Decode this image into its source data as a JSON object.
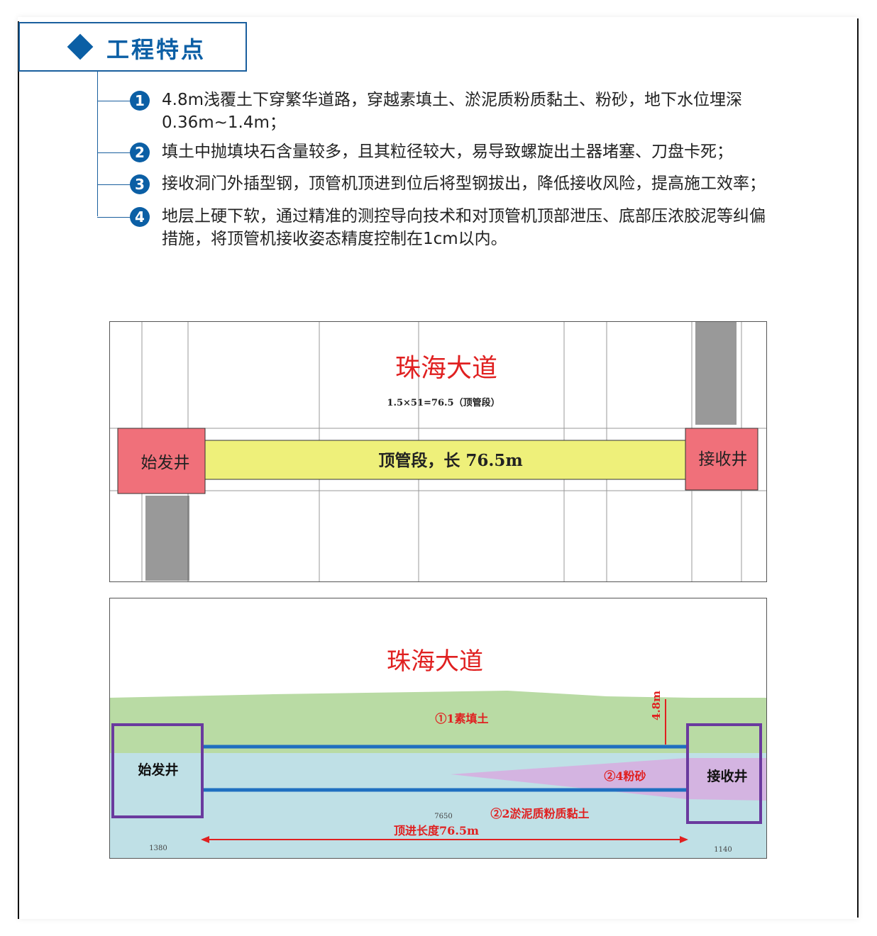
{
  "header": {
    "title": "工程特点"
  },
  "items": [
    {
      "num": "1",
      "text": "4.8m浅覆土下穿繁华道路，穿越素填土、淤泥质粉质黏土、粉砂，地下水位埋深0.36m~1.4m；"
    },
    {
      "num": "2",
      "text": "填土中抛填块石含量较多，且其粒径较大，易导致螺旋出土器堵塞、刀盘卡死；"
    },
    {
      "num": "3",
      "text": "接收洞门外插型钢，顶管机顶进到位后将型钢拔出，降低接收风险，提高施工效率；"
    },
    {
      "num": "4",
      "text": "地层上硬下软，通过精准的测控导向技术和对顶管机顶部泄压、底部压浓胶泥等纠偏措施，将顶管机接收姿态精度控制在1cm以内。"
    }
  ],
  "plan": {
    "road": "珠海大道",
    "spec": "1.5×51=76.5（顶管段）",
    "segment": "顶管段，长 76.5m",
    "start_shaft": "始发井",
    "end_shaft": "接收井"
  },
  "profile": {
    "road": "珠海大道",
    "layer1": "①1素填土",
    "layer2": "②4粉砂",
    "layer3": "②2淤泥质粉质黏土",
    "length": "顶进长度76.5m",
    "depth": "4.8m",
    "start_shaft": "始发井",
    "end_shaft": "接收井",
    "dim_left": "1380",
    "dim_right": "1140",
    "dim_mid": "7650"
  }
}
